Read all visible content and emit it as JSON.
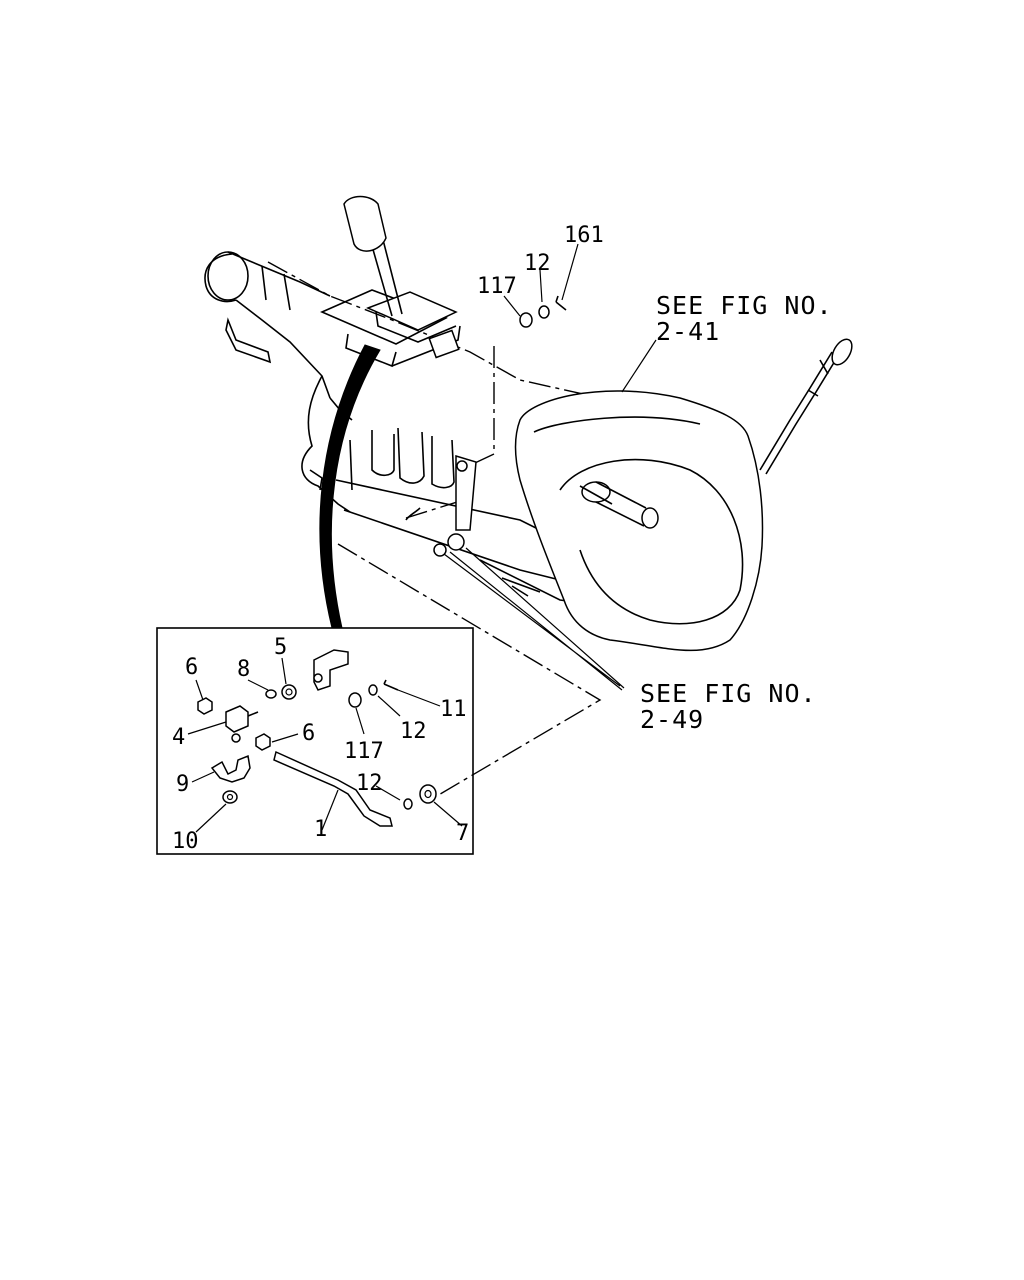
{
  "labels": {
    "l161": "161",
    "l12_top": "12",
    "l117_top": "117",
    "l6_a": "6",
    "l8": "8",
    "l5": "5",
    "l4": "4",
    "l6_b": "6",
    "l9": "9",
    "l10": "10",
    "l1": "1",
    "l12_mid": "12",
    "l12_low": "12",
    "l117_mid": "117",
    "l11": "11",
    "l7": "7"
  },
  "references": {
    "fig_241_line1": "SEE FIG NO.",
    "fig_241_line2": "2-41",
    "fig_249_line1": "SEE FIG NO.",
    "fig_249_line2": "2-49"
  }
}
